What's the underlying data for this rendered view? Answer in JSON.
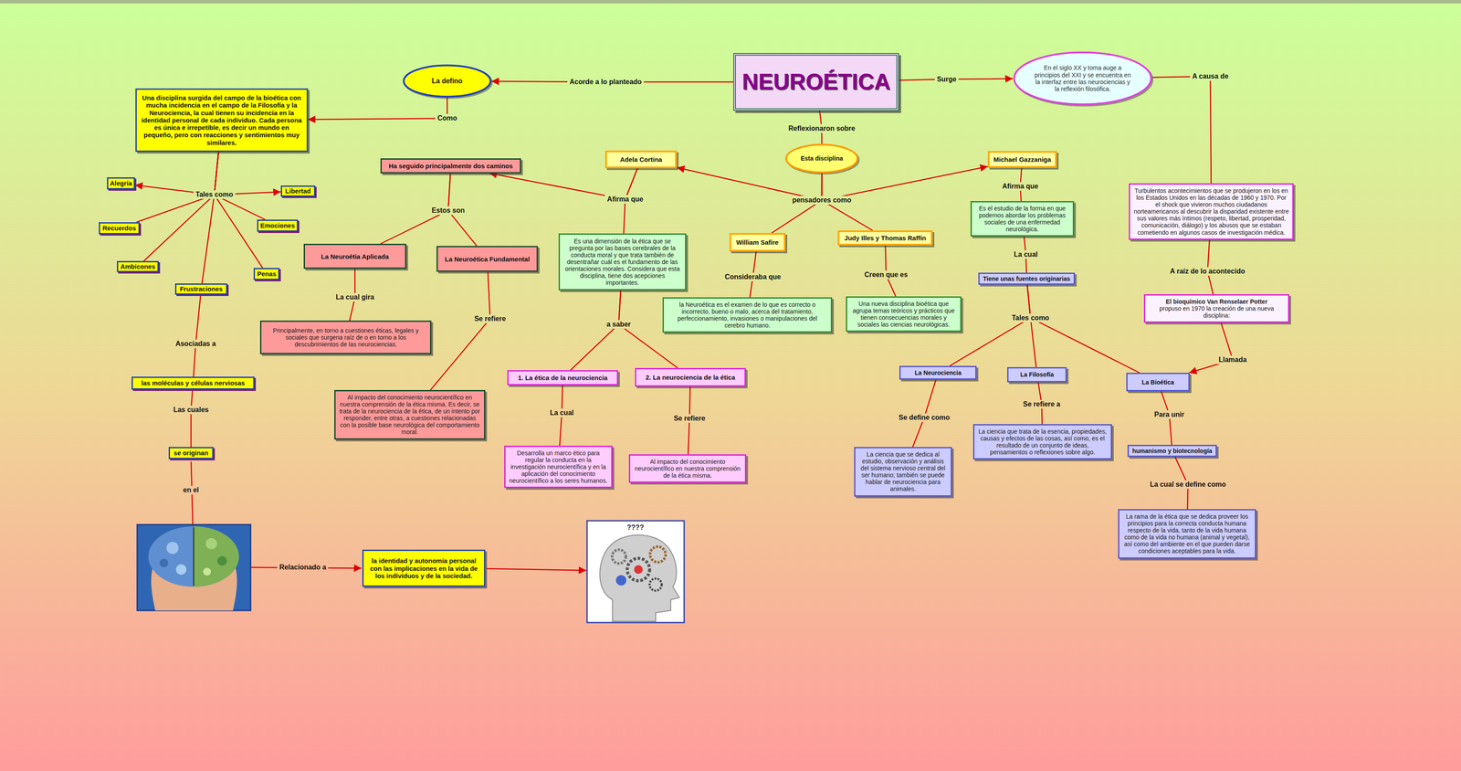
{
  "diagram": {
    "nodes": [
      {
        "text": [
          "NEUROÉTICA"
        ]
      },
      {
        "text": [
          "La defino"
        ]
      },
      {
        "text": [
          "Una disciplina surgida del campo de la bioética con mucha incidencia en el campo de la Filosofía y la Neurociencia, la cual tienen su incidencia en la identidad personal de cada individuo. Cada persona es única e irrepetible, es decir un mundo en pequeño, pero con reacciones y sentimientos muy similares."
        ]
      },
      {
        "text": [
          "Alegría"
        ]
      },
      {
        "text": [
          "Libertad"
        ]
      },
      {
        "text": [
          "Recuerdos"
        ]
      },
      {
        "text": [
          "Emociones"
        ]
      },
      {
        "text": [
          "Ambicones"
        ]
      },
      {
        "text": [
          "Penas"
        ]
      },
      {
        "text": [
          "Frustraciones"
        ]
      },
      {
        "text": [
          "las moléculas y células nerviosas"
        ]
      },
      {
        "text": [
          "se originan"
        ]
      },
      {
        "text": [
          "la identidad y autonomía personal con las implicaciones en la vida de los individuos y de la sociedad."
        ]
      },
      {
        "text": [
          "En el siglo XX y toma auge a principios del XXI y se encuentra en la interfaz entre las neurociencias y la reflexión filosófica."
        ]
      },
      {
        "text": [
          "Esta disciplina"
        ]
      },
      {
        "text": [
          "Adela Cortina"
        ]
      },
      {
        "text": [
          "Michael Gazzaniga"
        ]
      },
      {
        "text": [
          "William Safire"
        ]
      },
      {
        "text": [
          "Judy Illes y Thomas Raffin"
        ]
      },
      {
        "text": [
          "Ha seguido principalmente dos caminos"
        ]
      },
      {
        "text": [
          "La Neuroétia Aplicada"
        ]
      },
      {
        "text": [
          "La Neuroética Fundamental"
        ]
      },
      {
        "text": [
          "Principalmente, en torno a cuestiones éticas, legales y sociales que surgena raíz de o en torno a los descubrimientos de las neurociencias."
        ]
      },
      {
        "text": [
          "Al impacto del conocimiento neurocientífico en nuestra comprensión de la ética misma. Es decir, se trata de la neurociencia de la ética, de un intento por responder, entre otras, a cuestiones relacionadas con la posible base neurológica del comportamiento moral."
        ]
      },
      {
        "text": [
          "Es una dimensión de la ética que se pregunta por las bases cerebrales de la conducta moral y que trata también de desentrañar cuál es el fundamento de las orientaciones morales. Considera que esta disciplina, tiene dos acepciones importantes."
        ]
      },
      {
        "text": [
          "1. La ética de la neurociencia"
        ]
      },
      {
        "text": [
          "2. La neurociencia de la ética"
        ]
      },
      {
        "text": [
          "Desarrolla un marco ético para regular la conducta en la investigación neurocientífica y en la aplicación del conocimiento neurocientífico a los seres humanos."
        ]
      },
      {
        "text": [
          "Al impacto del conocimiento neurocientífico en nuestra comprensión de la ética misma."
        ]
      },
      {
        "text": [
          "la Neuroética es el examen de lo que es correcto o incorrecto, bueno o malo, acerca del tratamiento, perfeccionamiento, invasiones o manipulaciones del cerebro humano."
        ]
      },
      {
        "text": [
          "Una nueva disciplina bioética que agrupa temas teóricos y prácticos que tienen consecuencias morales y sociales las ciencias neurológicas."
        ]
      },
      {
        "text": [
          "Es el estudio de la forma en que podemos abordar los problemas sociales de una enfermedad neurológica."
        ]
      },
      {
        "text": [
          "Tiene unas fuentes originarias"
        ]
      },
      {
        "text": [
          "La Neurociencia"
        ]
      },
      {
        "text": [
          "La Filosofía"
        ]
      },
      {
        "text": [
          "La Bioética"
        ]
      },
      {
        "text": [
          "La ciencia que se dedica al estudio, observación y análisis del sistema nervioso central del ser humano; también se puede hablar de neurociencia para animales."
        ]
      },
      {
        "text": [
          "La ciencia que trata de la esencia, propiedades, causas y efectos de las cosas, así como, es el resultado de un conjunto de ideas, pensamientos o reflexiones sobre algo."
        ]
      },
      {
        "text": [
          "humanismo y biotecnología"
        ]
      },
      {
        "text": [
          "La rama de la ética que se dedica proveer los principios para la correcta conducta humana respecto de la vida, tanto de la vida humana como de la vida no humana (animal y vegetal), así como del ambiente en el que pueden darse condiciones aceptables para la vida."
        ]
      },
      {
        "text": [
          "Turbulentos acontecimientos que se produjeron en los en los Estados Unidos en las décadas de 1960 y 1970. Por el shock que vivieron muchos ciudadanos norteamericanos al descubrir la disparidad existente entre sus valores más íntimos (respeto, libertad, prosperidad, comunicación, diálogo) y los abusos que se estaban cometiendo en algunos casos de investigación médica."
        ]
      },
      {
        "text": [
          "El bioquímico Van Renselaer Potter",
          "propuso en 1970 la creación de una nueva disciplina:"
        ]
      }
    ],
    "edges": [
      {
        "from": 0,
        "to": 1,
        "arrow": "to",
        "label": "Acorde a lo planteado"
      },
      {
        "from": 1,
        "to": 2,
        "arrow": "to",
        "label": "Como"
      },
      {
        "from": 0,
        "to": 13,
        "arrow": "to",
        "label": "Surge"
      },
      {
        "from": 0,
        "to": 14,
        "arrow": "none",
        "label": "Reflexionaron sobre"
      },
      {
        "from": 13,
        "to": 40,
        "arrow": "none",
        "label": "A causa de"
      },
      {
        "from": 40,
        "to": 41,
        "arrow": "none",
        "label": "A raíz de lo acontecido"
      },
      {
        "from": 41,
        "to": 35,
        "arrow": "to",
        "label": "Llamada"
      },
      {
        "from": 14,
        "to": 15,
        "arrow": "to",
        "label": "pensadores como"
      },
      {
        "from": 14,
        "to": 16,
        "arrow": "to"
      },
      {
        "from": 14,
        "to": 17,
        "arrow": "none"
      },
      {
        "from": 14,
        "to": 18,
        "arrow": "none"
      },
      {
        "from": 15,
        "to": 19,
        "arrow": "to",
        "label": "Afirma que"
      },
      {
        "from": 15,
        "to": 24,
        "arrow": "none"
      },
      {
        "from": 19,
        "to": 20,
        "arrow": "none",
        "label": "Estos son"
      },
      {
        "from": 19,
        "to": 21,
        "arrow": "none"
      },
      {
        "from": 20,
        "to": 22,
        "arrow": "none",
        "label": "La cual gira"
      },
      {
        "from": 21,
        "to": 23,
        "arrow": "none",
        "label": "Se refiere"
      },
      {
        "from": 24,
        "to": 25,
        "arrow": "none",
        "label": "a saber"
      },
      {
        "from": 24,
        "to": 26,
        "arrow": "none"
      },
      {
        "from": 25,
        "to": 27,
        "arrow": "none",
        "label": "La cual"
      },
      {
        "from": 26,
        "to": 28,
        "arrow": "none",
        "label": "Se refiere"
      },
      {
        "from": 17,
        "to": 29,
        "arrow": "none",
        "label": "Consideraba que"
      },
      {
        "from": 18,
        "to": 30,
        "arrow": "none",
        "label": "Creen que es"
      },
      {
        "from": 16,
        "to": 31,
        "arrow": "none",
        "label": "Afirma que"
      },
      {
        "from": 31,
        "to": 32,
        "arrow": "none",
        "label": "La cual"
      },
      {
        "from": 32,
        "to": 33,
        "arrow": "none",
        "label": "Tales como"
      },
      {
        "from": 32,
        "to": 34,
        "arrow": "none"
      },
      {
        "from": 32,
        "to": 35,
        "arrow": "none"
      },
      {
        "from": 33,
        "to": 36,
        "arrow": "none",
        "label": "Se define como"
      },
      {
        "from": 34,
        "to": 37,
        "arrow": "none",
        "label": "Se refiere a"
      },
      {
        "from": 35,
        "to": 38,
        "arrow": "none",
        "label": "Para unir"
      },
      {
        "from": 38,
        "to": 39,
        "arrow": "none",
        "label": "La cual se define como"
      },
      {
        "from": 2,
        "to": 3,
        "arrow": "to",
        "label": "Tales como"
      },
      {
        "from": 2,
        "to": 4,
        "arrow": "to"
      },
      {
        "from": 2,
        "to": 5,
        "arrow": "none"
      },
      {
        "from": 2,
        "to": 6,
        "arrow": "none"
      },
      {
        "from": 2,
        "to": 7,
        "arrow": "none"
      },
      {
        "from": 2,
        "to": 8,
        "arrow": "none"
      },
      {
        "from": 2,
        "to": 9,
        "arrow": "none"
      },
      {
        "from": 9,
        "to": 10,
        "arrow": "none",
        "label": "Asociadas a"
      },
      {
        "from": 10,
        "to": 11,
        "arrow": "none",
        "label": "Las cuales"
      }
    ],
    "labels": [
      "en el",
      "Relacionado a",
      "????"
    ]
  }
}
